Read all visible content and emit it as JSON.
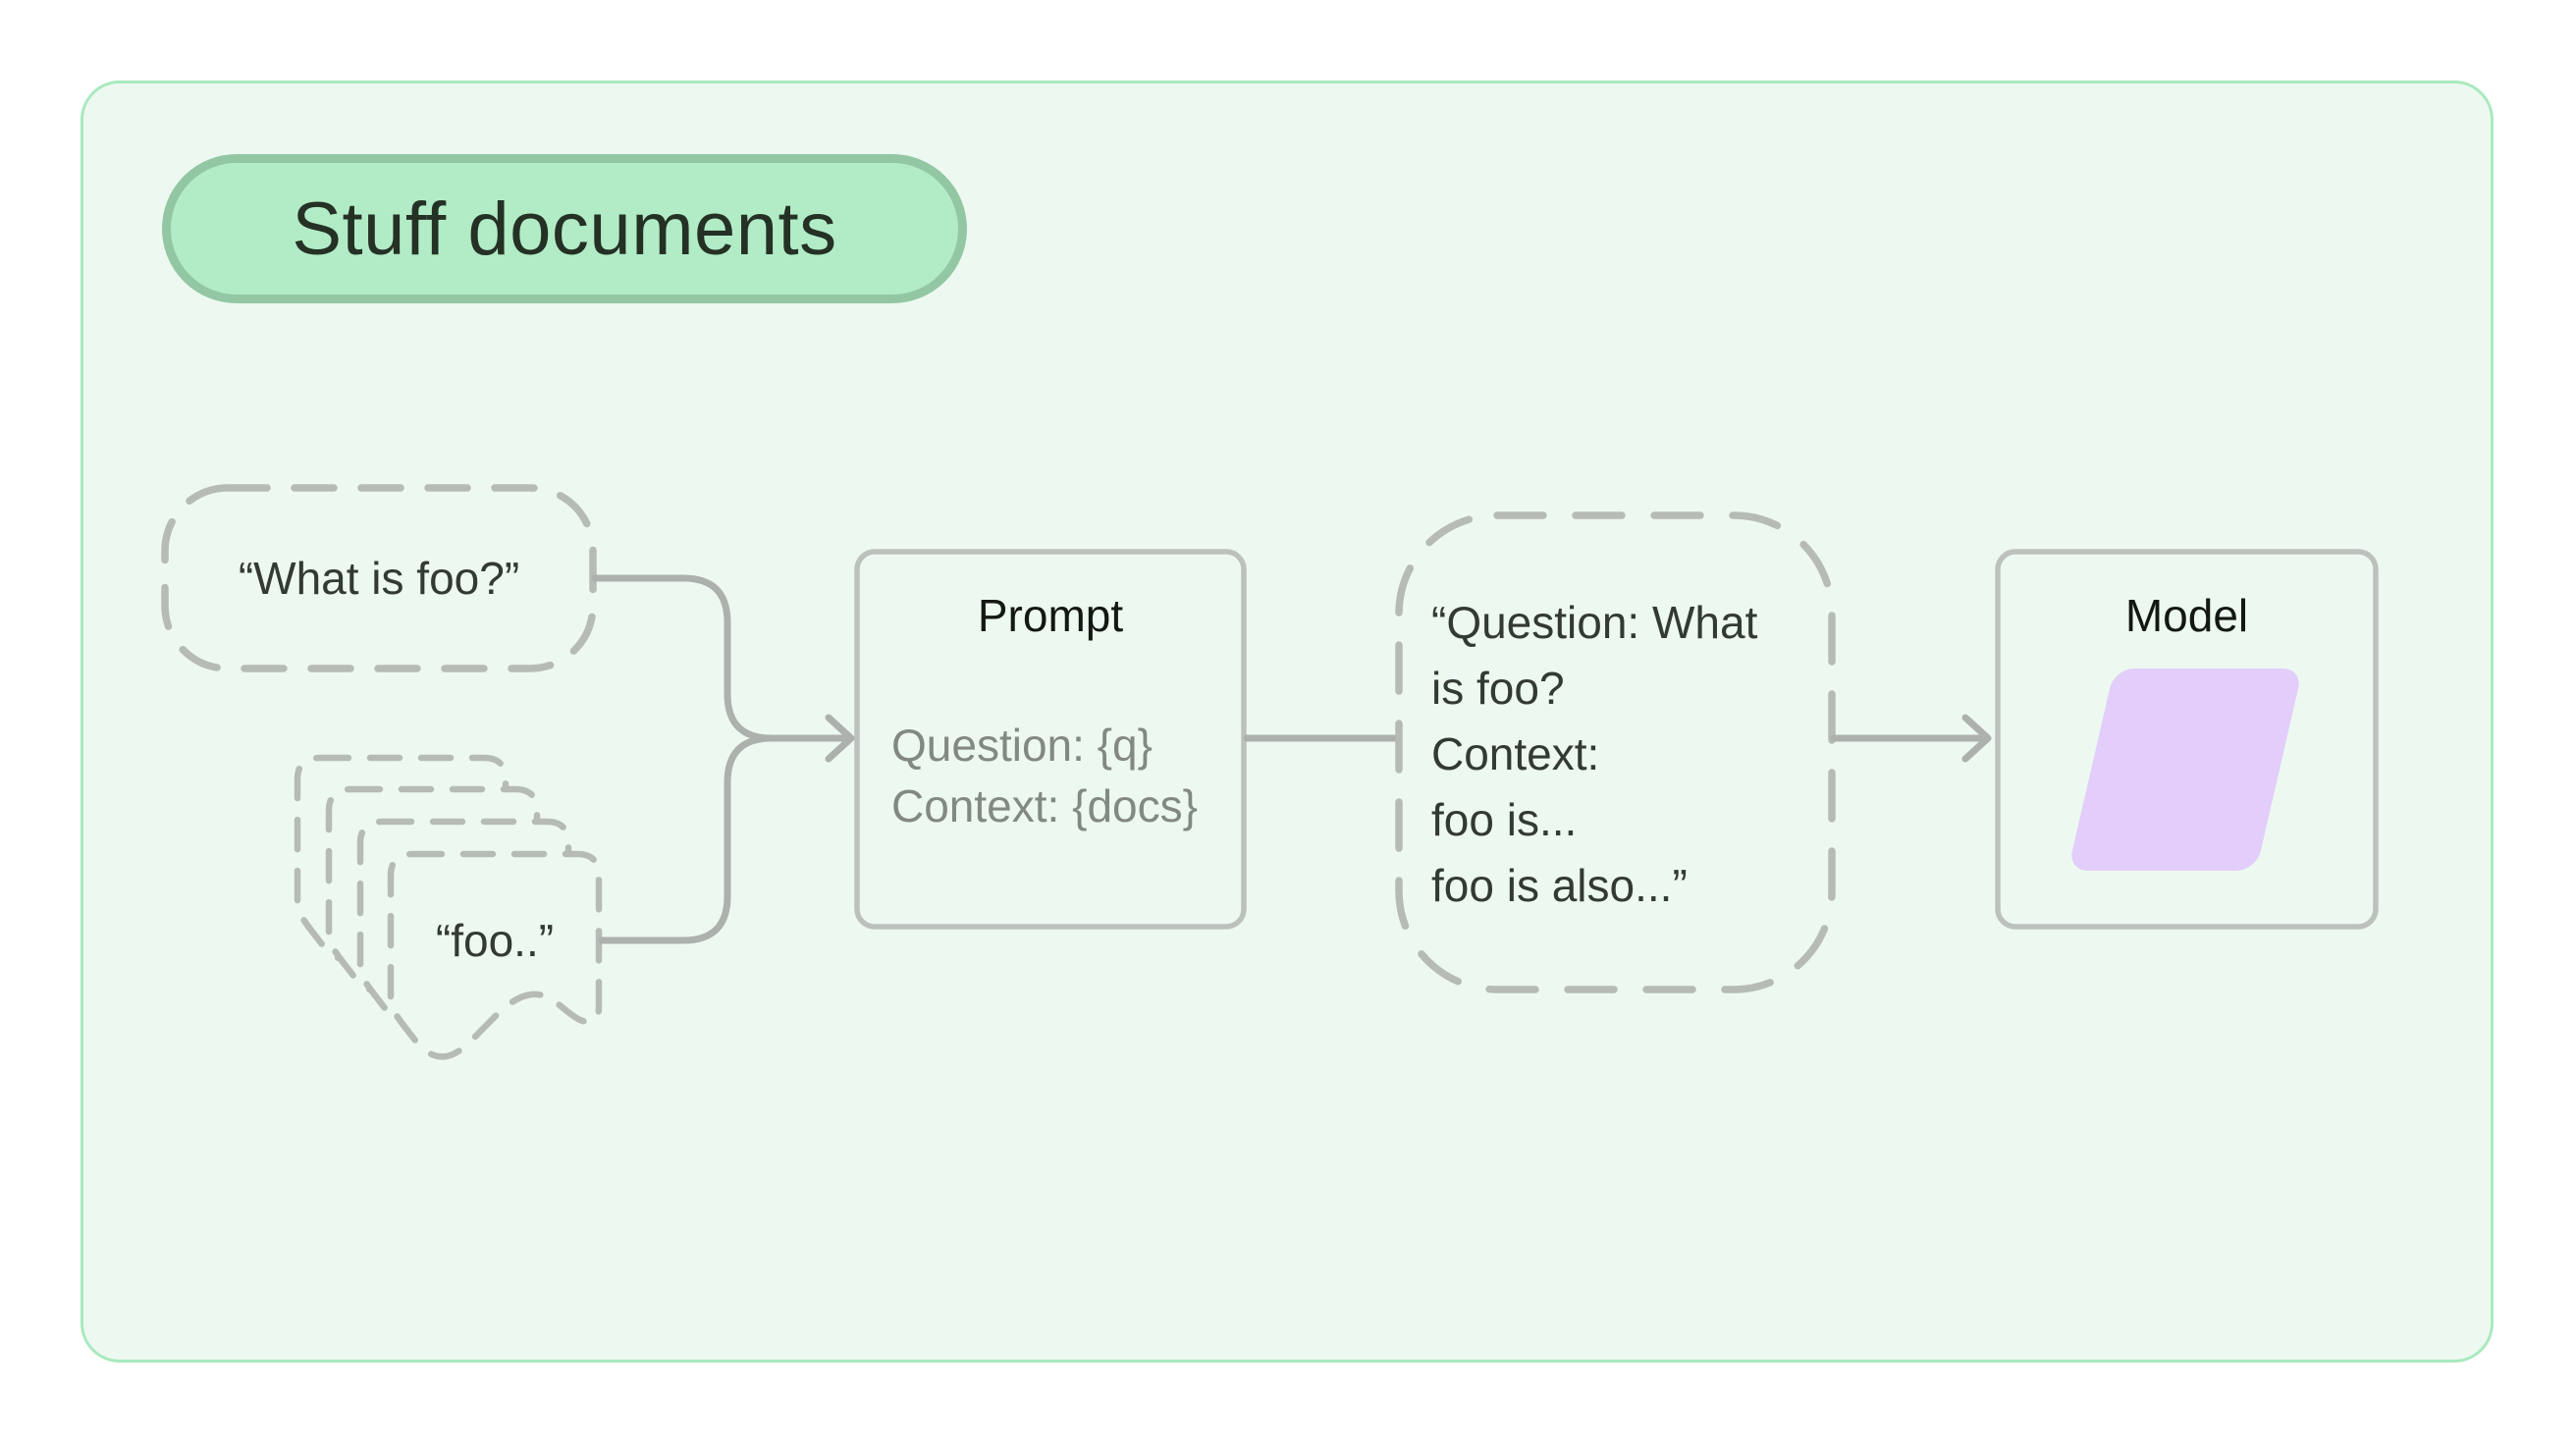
{
  "colors": {
    "page-bg": "#ffffff",
    "panel-bg": "#edf9f0",
    "panel-border": "#a9e9bf",
    "pill-bg": "#b2ecc7",
    "pill-border": "#93c7a3",
    "pill-text": "#243124",
    "dash-stroke": "#b6bbb6",
    "box-border": "#bdc1bd",
    "line": "#adb1ae",
    "title-text": "#131813",
    "muted-text": "#828882",
    "dark-text": "#333933",
    "purple": "#e3cdfa"
  },
  "diagram": {
    "title_pill": {
      "label": "Stuff documents"
    },
    "query_box": {
      "text": "“What is foo?”"
    },
    "documents": {
      "count": 4,
      "front_label": "“foo..”"
    },
    "prompt_box": {
      "title": "Prompt",
      "lines": [
        "Question: {q}",
        "Context: {docs}"
      ]
    },
    "stuffed_box": {
      "lines": [
        "“Question: What",
        "is foo?",
        "Context:",
        "foo is...",
        "foo is also...”"
      ]
    },
    "model_box": {
      "title": "Model"
    }
  }
}
